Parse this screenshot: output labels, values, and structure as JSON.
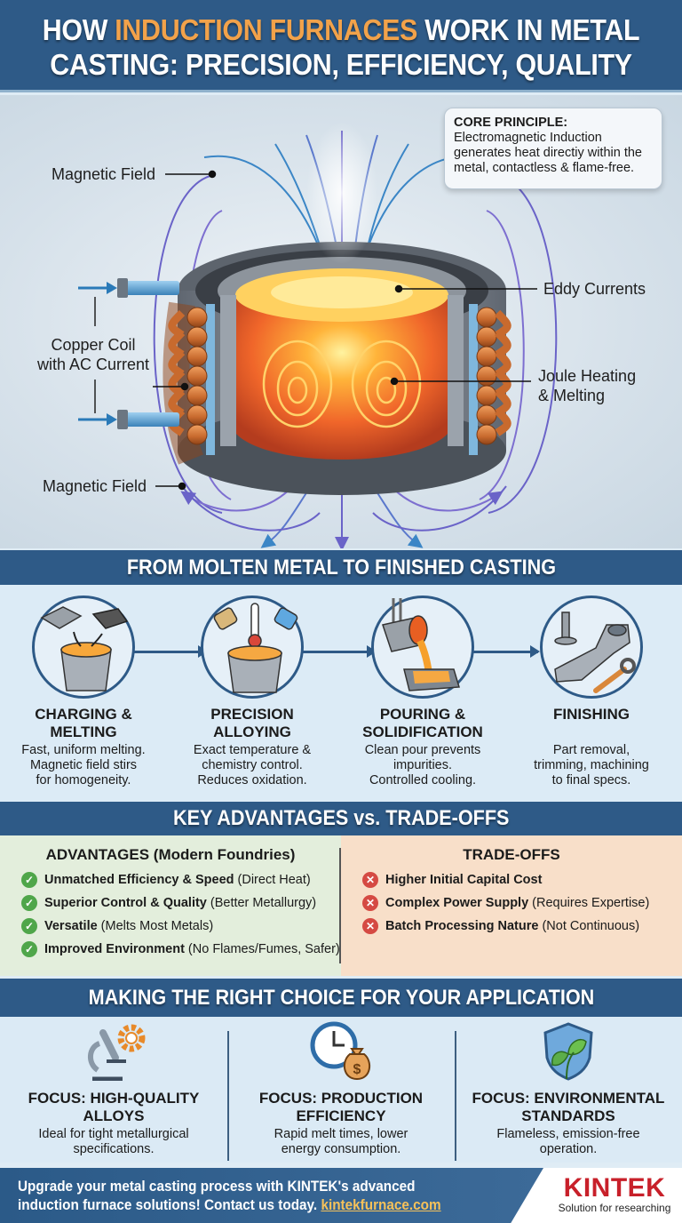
{
  "title": {
    "line1_pre": "HOW ",
    "line1_highlight": "INDUCTION FURNACES",
    "line1_post": " WORK IN METAL",
    "line2": "CASTING: PRECISION, EFFICIENCY, QUALITY",
    "highlight_color": "#f2a24a"
  },
  "diagram": {
    "labels": {
      "magnetic_field_top": "Magnetic Field",
      "copper_coil_line1": "Copper Coil",
      "copper_coil_line2": "with AC Current",
      "magnetic_field_bottom": "Magnetic Field",
      "eddy_currents": "Eddy Currents",
      "joule_line1": "Joule Heating",
      "joule_line2": "& Melting"
    },
    "core_principle": {
      "heading": "CORE PRINCIPLE:",
      "text": "Electromagnetic Induction generates heat directiy within the metal, contactless & flame-free."
    },
    "icons": [
      "furnace-cutaway-illustration",
      "magnetic-field-lines",
      "copper-coil",
      "eddy-current-loops",
      "coolant-pipe-arrow"
    ]
  },
  "process": {
    "header": "FROM MOLTEN METAL TO FINISHED CASTING",
    "steps": [
      {
        "title_line1": "CHARGING &",
        "title_line2": "MELTING",
        "desc": [
          "Fast, uniform melting.",
          "Magnetic field stirs",
          "for homogeneity."
        ],
        "icon": "crucible-charging-icon"
      },
      {
        "title_line1": "PRECISION",
        "title_line2": "ALLOYING",
        "desc": [
          "Exact temperature &",
          "chemistry control.",
          "Reduces oxidation."
        ],
        "icon": "thermometer-alloy-icon"
      },
      {
        "title_line1": "POURING &",
        "title_line2": "SOLIDIFICATION",
        "desc": [
          "Clean pour prevents",
          "impurities.",
          "Controlled cooling."
        ],
        "icon": "ladle-pour-icon"
      },
      {
        "title_line1": "FINISHING",
        "title_line2": "",
        "desc": [
          "Part removal,",
          "trimming, machining",
          "to final specs."
        ],
        "icon": "cast-part-wrench-icon"
      }
    ]
  },
  "comparison": {
    "header": "KEY ADVANTAGES vs. TRADE-OFFS",
    "advantages": {
      "title": "ADVANTAGES (Modern Foundries)",
      "items": [
        {
          "bold": "Unmatched Efficiency & Speed",
          "note": "(Direct Heat)"
        },
        {
          "bold": "Superior Control & Quality",
          "note": "(Better Metallurgy)"
        },
        {
          "bold": "Versatile",
          "note": "(Melts Most Metals)"
        },
        {
          "bold": "Improved Environment",
          "note": "(No Flames/Fumes, Safer)"
        }
      ],
      "color": "#4fa64a"
    },
    "tradeoffs": {
      "title": "TRADE-OFFS",
      "items": [
        {
          "bold": "Higher Initial Capital Cost",
          "note": ""
        },
        {
          "bold": "Complex Power Supply",
          "note": "(Requires Expertise)"
        },
        {
          "bold": "Batch Processing Nature",
          "note": "(Not Continuous)"
        }
      ],
      "color": "#d54a43"
    }
  },
  "choice": {
    "header": "MAKING THE RIGHT CHOICE FOR YOUR APPLICATION",
    "focus": [
      {
        "title_line1": "FOCUS: HIGH-QUALITY",
        "title_line2": "ALLOYS",
        "desc": [
          "Ideal for tight metallurgical",
          "specifications."
        ],
        "icon": "microscope-gear-icon"
      },
      {
        "title_line1": "FOCUS: PRODUCTION",
        "title_line2": "EFFICIENCY",
        "desc": [
          "Rapid melt times, lower",
          "energy consumption."
        ],
        "icon": "clock-money-bag-icon"
      },
      {
        "title_line1": "FOCUS: ENVIRONMENTAL",
        "title_line2": "STANDARDS",
        "desc": [
          "Flameless, emission-free",
          "operation."
        ],
        "icon": "shield-leaf-icon"
      }
    ]
  },
  "footer": {
    "cta_line1": "Upgrade your metal casting process with KINTEK's advanced",
    "cta_line2_pre": "induction furnace solutions! Contact us today. ",
    "link": "kintekfurnace.com",
    "brand": "KINTEK",
    "tagline": "Solution for researching",
    "brand_color": "#c8202a"
  }
}
